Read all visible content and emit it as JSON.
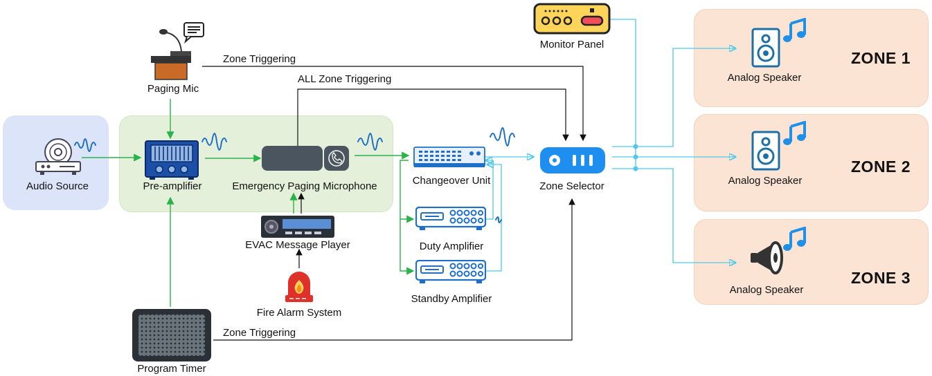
{
  "nodes": {
    "paging_mic": "Paging Mic",
    "audio_source": "Audio Source",
    "pre_amplifier": "Pre-amplifier",
    "emergency_mic": "Emergency Paging Microphone",
    "evac_player": "EVAC Message Player",
    "fire_alarm": "Fire Alarm System",
    "program_timer": "Program Timer",
    "changeover_unit": "Changeover Unit",
    "duty_amplifier": "Duty Amplifier",
    "standby_amplifier": "Standby Amplifier",
    "zone_selector": "Zone Selector",
    "monitor_panel": "Monitor Panel"
  },
  "lines": {
    "zone_triggering_top": "Zone Triggering",
    "all_zone_triggering": "ALL Zone Triggering",
    "zone_triggering_bottom": "Zone Triggering"
  },
  "zones": [
    {
      "title": "ZONE 1",
      "speaker_label": "Analog Speaker",
      "speaker_icon": "bookshelf-speaker-icon"
    },
    {
      "title": "ZONE 2",
      "speaker_label": "Analog Speaker",
      "speaker_icon": "bookshelf-speaker-icon"
    },
    {
      "title": "ZONE 3",
      "speaker_label": "Analog Speaker",
      "speaker_icon": "horn-speaker-icon"
    }
  ],
  "colors": {
    "audio_panel": "#dbe4f8",
    "processing_panel": "#e4f0da",
    "zone_panel": "#fbe4d4",
    "green_line": "#2ab34a",
    "cyan_line": "#4cc9ec",
    "device_blue": "#1e6fc8",
    "dark_device": "#44505a"
  }
}
